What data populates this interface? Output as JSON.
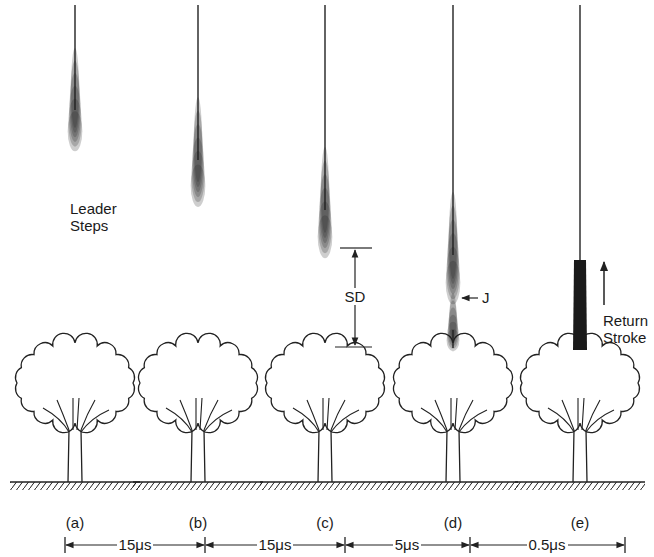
{
  "diagram": {
    "labels": [
      "Leader Steps",
      "SD",
      "J",
      "Return Stroke",
      "(a)",
      "(b)",
      "(c)",
      "(d)",
      "(e)",
      "15μs",
      "15μs",
      "5μs",
      "0.5μs"
    ]
  }
}
